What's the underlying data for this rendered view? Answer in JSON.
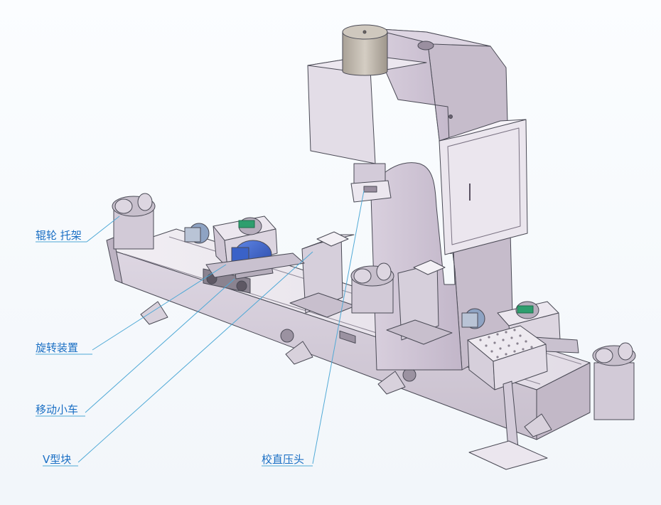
{
  "callouts": {
    "roller_bracket": "辊轮 托架",
    "rotating_device": "旋转装置",
    "moving_trolley": "移动小车",
    "v_block": "V型块",
    "straightening_head": "校直压头"
  },
  "colors": {
    "callout": "#1a6fc4",
    "frame": "#e3dde6",
    "frame_side": "#cfc6d4",
    "edge": "#4a4a55",
    "motor": "#3a62c8",
    "cabinet": "#ebe6ee",
    "cylinder": "#bfb8ae",
    "accent_cyan": "#4fa9d6"
  }
}
